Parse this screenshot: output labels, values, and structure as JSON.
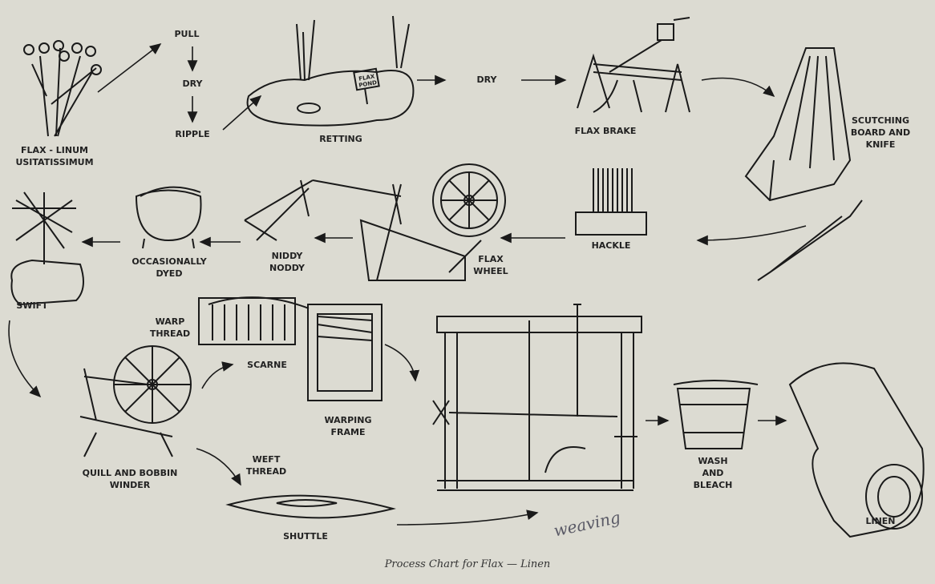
{
  "caption": "Process Chart for Flax — Linen",
  "handwritten_note": "weaving",
  "labels": {
    "flax_line1": "FLAX - LINUM",
    "flax_line2": "USITATISSIMUM",
    "pull": "PULL",
    "dry1": "DRY",
    "ripple": "RIPPLE",
    "retting": "RETTING",
    "flax_pond_line1": "FLAX",
    "flax_pond_line2": "POND",
    "dry2": "DRY",
    "flax_brake": "FLAX BRAKE",
    "scutching_line1": "SCUTCHING",
    "scutching_line2": "BOARD AND",
    "scutching_line3": "KNIFE",
    "hackle": "HACKLE",
    "flax_wheel_line1": "FLAX",
    "flax_wheel_line2": "WHEEL",
    "niddy_line1": "NIDDY",
    "niddy_line2": "NODDY",
    "dyed_line1": "OCCASIONALLY",
    "dyed_line2": "DYED",
    "swift": "SWIFT",
    "warp_line1": "WARP",
    "warp_line2": "THREAD",
    "scarne": "SCARNE",
    "warping_line1": "WARPING",
    "warping_line2": "FRAME",
    "quill_line1": "QUILL AND BOBBIN",
    "quill_line2": "WINDER",
    "weft_line1": "WEFT",
    "weft_line2": "THREAD",
    "shuttle": "SHUTTLE",
    "wash_line1": "WASH",
    "wash_line2": "AND",
    "wash_line3": "BLEACH",
    "linen": "LINEN"
  }
}
